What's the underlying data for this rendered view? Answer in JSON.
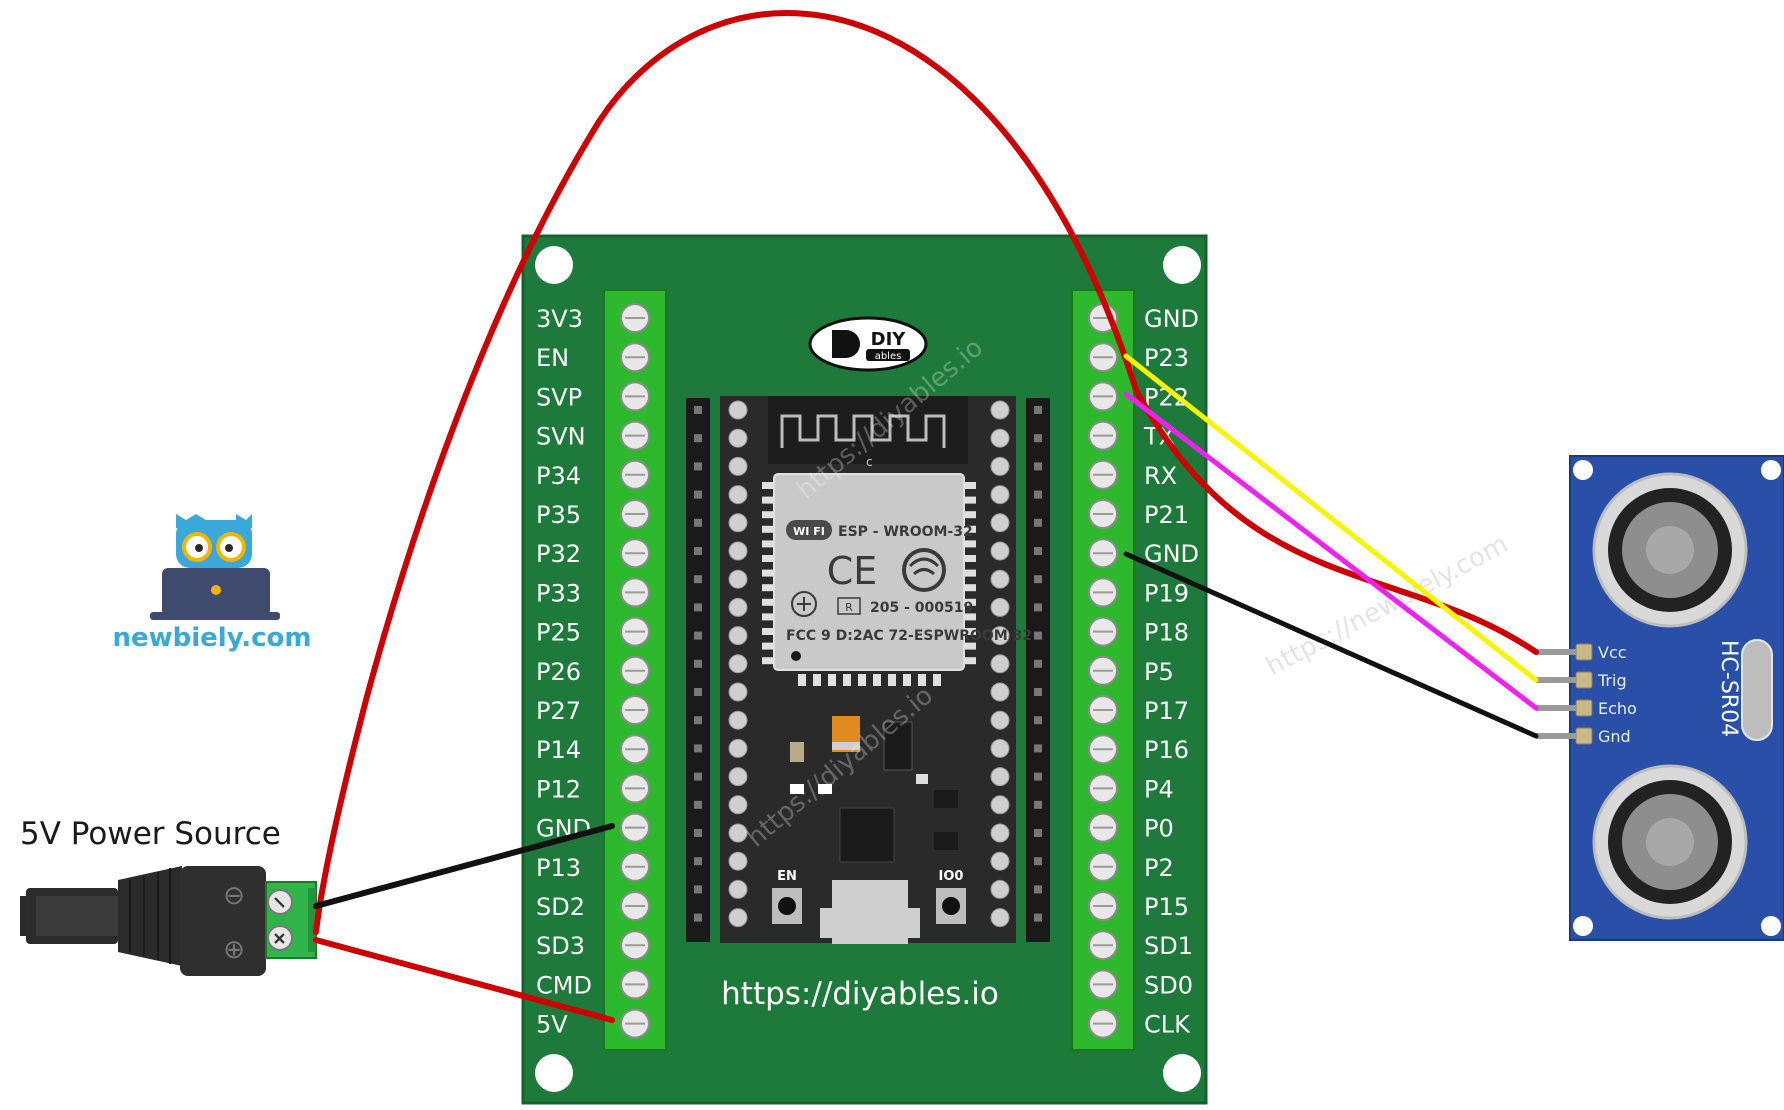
{
  "brand": {
    "newbiely_text": "newbiely.com",
    "newbiely_color": "#3aa8d8",
    "diyables_logo_text": "DIY",
    "diyables_logo_sub": "ables",
    "board_url": "https://diyables.io",
    "watermark_diyables": "https://diyables.io",
    "watermark_newbiely": "https://newbiely.com"
  },
  "power_source": {
    "label": "5V Power Source",
    "terminal_minus": "−",
    "terminal_plus": "+",
    "jack_minus_mark": "⊖",
    "jack_plus_mark": "⊕"
  },
  "board": {
    "color": "#1e7a3a",
    "terminal_color": "#2db82d",
    "left_pins": [
      "3V3",
      "EN",
      "SVP",
      "SVN",
      "P34",
      "P35",
      "P32",
      "P33",
      "P25",
      "P26",
      "P27",
      "P14",
      "P12",
      "GND",
      "P13",
      "SD2",
      "SD3",
      "CMD",
      "5V"
    ],
    "right_pins": [
      "GND",
      "P23",
      "P22",
      "TX",
      "RX",
      "P21",
      "GND",
      "P19",
      "P18",
      "P5",
      "P17",
      "P16",
      "P4",
      "P0",
      "P2",
      "P15",
      "SD1",
      "SD0",
      "CLK"
    ],
    "module": {
      "name": "ESP - WROOM-32",
      "wifi": "WI FI",
      "ce": "CE",
      "r_code": "205 - 000519",
      "fcc": "FCC 9 D:2AC 72-ESPWROOM  32",
      "r_mark": "R",
      "c_mark": "c"
    },
    "btn_en": "EN",
    "btn_io0": "IO0"
  },
  "sensor": {
    "name": "HC-SR04",
    "color": "#2a4fa8",
    "pins": [
      "Vcc",
      "Trig",
      "Echo",
      "Gnd"
    ]
  },
  "wires": {
    "vcc_color": "#cc0000",
    "gnd_color": "#111111",
    "trig_color": "#f5f500",
    "echo_color": "#ee22ee"
  }
}
